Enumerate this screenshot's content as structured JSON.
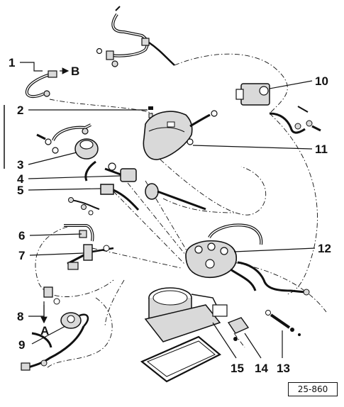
{
  "callouts": {
    "n1": "1",
    "n2": "2",
    "n3": "3",
    "n4": "4",
    "n5": "5",
    "n6": "6",
    "n7": "7",
    "n8": "8",
    "n9": "9",
    "n10": "10",
    "n11": "11",
    "n12": "12",
    "n13": "13",
    "n14": "14",
    "n15": "15",
    "connB": "B",
    "connA": "A"
  },
  "figure_ref": "25-860",
  "colors": {
    "ink": "#111111",
    "paper": "#ffffff",
    "part_fill": "#d9d9d9"
  }
}
